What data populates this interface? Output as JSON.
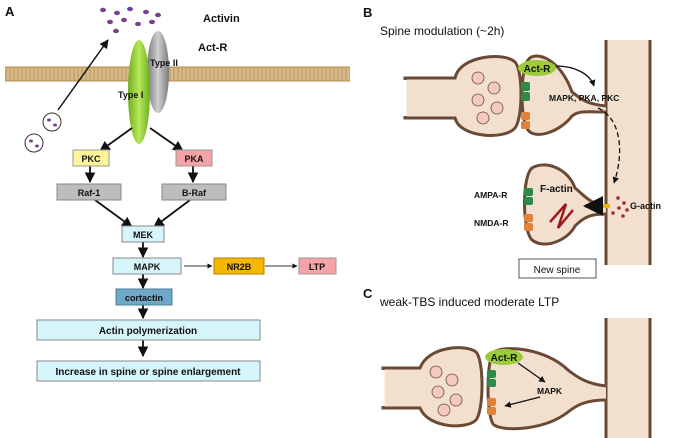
{
  "panel_a": {
    "letter": "A",
    "activin_label": "Activin",
    "actr_label": "Act-R",
    "type2_label": "Type II",
    "type1_label": "Type I",
    "pkc": "PKC",
    "pka": "PKA",
    "raf1": "Raf-1",
    "braf": "B-Raf",
    "mek": "MEK",
    "mapk": "MAPK",
    "nr2b": "NR2B",
    "ltp": "LTP",
    "cortactin": "cortactin",
    "actin_poly": "Actin polymerization",
    "increase": "Increase in spine or spine enlargement"
  },
  "panel_b": {
    "letter": "B",
    "title": "Spine modulation (~2h)",
    "actr": "Act-R",
    "kinases": "MAPK, PKA, PKC",
    "ampar": "AMPA-R",
    "nmdar": "NMDA-R",
    "factin": "F-actin",
    "gactin": "G-actin",
    "new_spine": "New spine"
  },
  "panel_c": {
    "letter": "C",
    "title": "weak-TBS induced moderate LTP",
    "actr": "Act-R",
    "mapk": "MAPK"
  },
  "colors": {
    "membrane": "#d8b98c",
    "membrane_edge": "#b58a4c",
    "type1": "#8fce2f",
    "type2": "#9e9e9e",
    "pkc": "#fff59a",
    "pka": "#f4a3a8",
    "raf": "#bdbdbd",
    "cyan_box": "#d6f5fb",
    "nr2b": "#f5b800",
    "ltp": "#f4a3a8",
    "cortactin": "#6fa8c7",
    "dendrite": "#f2dfce",
    "dendrite_edge": "#6b4a35",
    "actr_oval": "#9ccc3c",
    "vesicle": "#7b3f8f"
  }
}
